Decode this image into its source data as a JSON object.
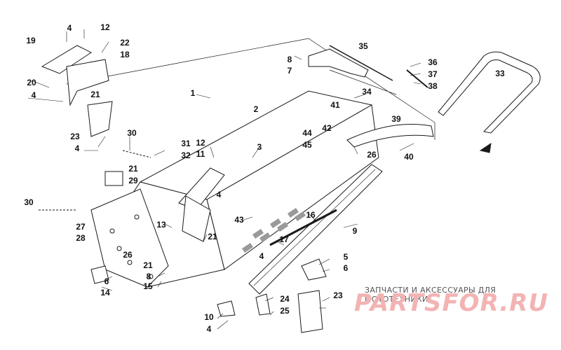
{
  "callouts": [
    "1",
    "2",
    "3",
    "4",
    "4",
    "4",
    "4",
    "4",
    "4",
    "5",
    "6",
    "6",
    "7",
    "8",
    "8",
    "9",
    "10",
    "11",
    "12",
    "12",
    "13",
    "14",
    "15",
    "16",
    "17",
    "18",
    "19",
    "20",
    "21",
    "21",
    "21",
    "21",
    "22",
    "23",
    "23",
    "24",
    "25",
    "26",
    "26",
    "27",
    "28",
    "29",
    "30",
    "30",
    "31",
    "32",
    "33",
    "34",
    "35",
    "36",
    "37",
    "38",
    "39",
    "40",
    "41",
    "42",
    "43",
    "44",
    "45"
  ],
  "watermark": {
    "caption": "ЗАПЧАСТИ И АКСЕССУАРЫ ДЛЯ МОТОТЕХНИКИ",
    "logo": "PARTSFOR.RU",
    "caption_color": "#555555",
    "logo_color": "#f3b3b3"
  },
  "colors": {
    "line": "#1a1a1a",
    "fill": "#ffffff",
    "shade": "#9a9a9a"
  }
}
